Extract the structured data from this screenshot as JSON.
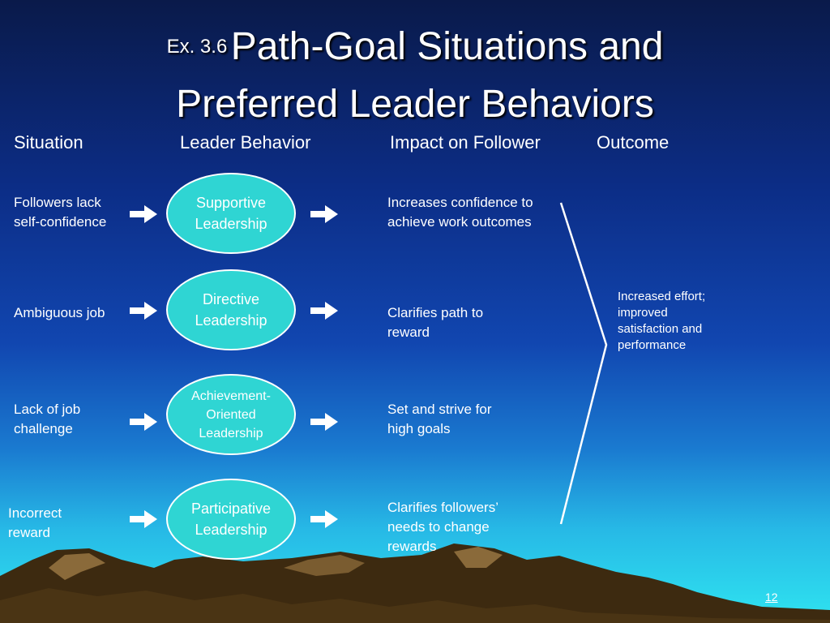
{
  "title": {
    "prefix": "Ex. 3.6",
    "line1": "Path-Goal Situations and",
    "line2": "Preferred Leader Behaviors"
  },
  "headers": {
    "situation": "Situation",
    "behavior": "Leader Behavior",
    "impact": "Impact on Follower",
    "outcome": "Outcome"
  },
  "rows": [
    {
      "situation": "Followers lack\nself-confidence",
      "behavior": "Supportive\nLeadership",
      "impact": "Increases confidence to achieve work outcomes"
    },
    {
      "situation": "Ambiguous job",
      "behavior": "Directive\nLeadership",
      "impact": "Clarifies path to reward"
    },
    {
      "situation": "Lack of job\nchallenge",
      "behavior": "Achievement-\nOriented\nLeadership",
      "impact": "Set and strive for high goals"
    },
    {
      "situation": "Incorrect\nreward",
      "behavior": "Participative\nLeadership",
      "impact": "Clarifies followers’ needs to change rewards"
    }
  ],
  "outcome": "Increased effort; improved satisfaction and performance",
  "page_number": "12",
  "colors": {
    "oval_fill": "#2fd5d3",
    "text": "#ffffff"
  }
}
